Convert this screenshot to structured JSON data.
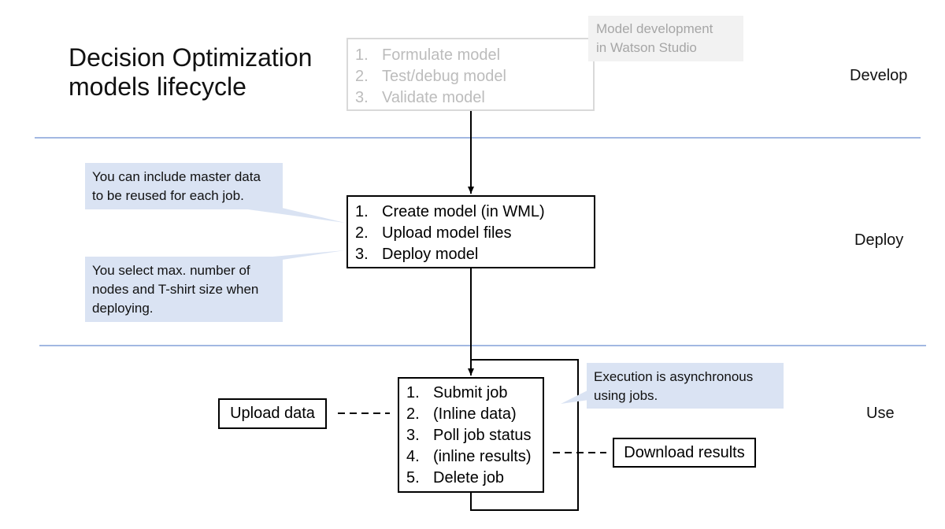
{
  "title": {
    "line1": "Decision Optimization",
    "line2": "models lifecycle"
  },
  "stages": {
    "develop": "Develop",
    "deploy": "Deploy",
    "use": "Use"
  },
  "develop_box": {
    "steps": [
      {
        "num": "1.",
        "text": "Formulate model"
      },
      {
        "num": "2.",
        "text": "Test/debug model"
      },
      {
        "num": "3.",
        "text": "Validate model"
      }
    ]
  },
  "develop_callout": {
    "line1": "Model development",
    "line2": "in Watson Studio"
  },
  "deploy_box": {
    "steps": [
      {
        "num": "1.",
        "text": "Create model (in WML)"
      },
      {
        "num": "2.",
        "text": "Upload model files"
      },
      {
        "num": "3.",
        "text": "Deploy model"
      }
    ]
  },
  "master_data_callout": {
    "line1": "You can include master data",
    "line2": "to be reused for each job."
  },
  "deploy_callout": {
    "line1": "You select max. number of",
    "line2": "nodes and T-shirt size when",
    "line3": "deploying."
  },
  "use_box": {
    "steps": [
      {
        "num": "1.",
        "text": "Submit job"
      },
      {
        "num": "2.",
        "text": "(Inline data)"
      },
      {
        "num": "3.",
        "text": "Poll job status"
      },
      {
        "num": "4.",
        "text": "(inline results)"
      },
      {
        "num": "5.",
        "text": "Delete job"
      }
    ]
  },
  "async_callout": {
    "line1": "Execution is asynchronous",
    "line2": "using jobs."
  },
  "upload_data": "Upload data",
  "download_results": "Download results",
  "colors": {
    "separator": "#4472c4",
    "callout_blue": "#dae3f3",
    "callout_gray": "#f2f2f2",
    "faded_text": "#bcbcbc",
    "faded_border": "#d9d9d9"
  }
}
